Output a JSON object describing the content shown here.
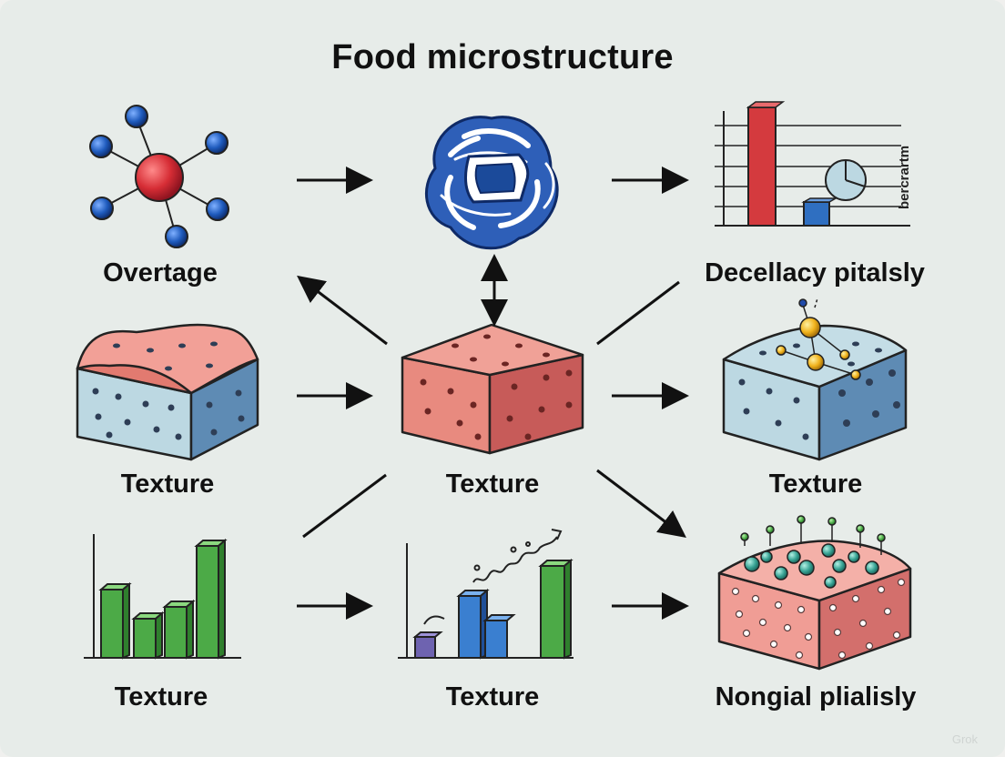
{
  "title": "Food microstructure",
  "labels": {
    "molecule": "Overtage",
    "chart_top": "Decellacy pitalsly",
    "block_left": "Texture",
    "block_center": "Texture",
    "block_right": "Texture",
    "chart_bottom_left": "Texture",
    "chart_bottom_center": "Texture",
    "block_bottom_right": "Nongial plialisly"
  },
  "chart_top_axis_text": "bercrartm",
  "watermark": "Grok",
  "colors": {
    "background": "#e7ece9",
    "red": "#d43a3e",
    "blue": "#2f6fc1",
    "green": "#4caa47",
    "salmon": "#e58c82",
    "light_blue": "#bcd8e2",
    "teal": "#4aa9a0"
  }
}
